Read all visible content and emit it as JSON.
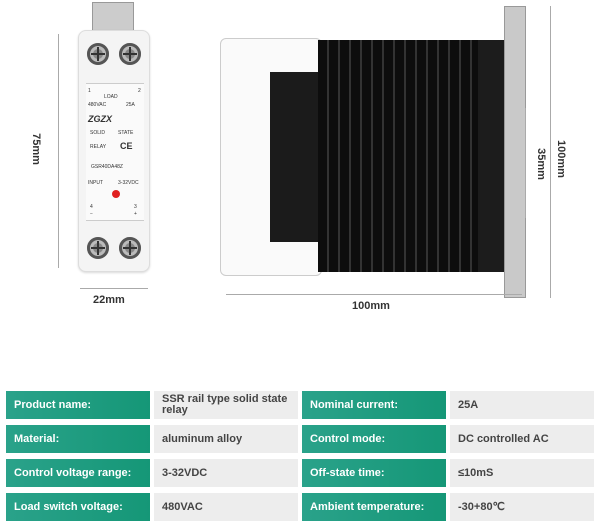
{
  "relay_label": {
    "brand": "ZGZX",
    "terminal_1": "1",
    "terminal_2": "2",
    "load": "LOAD",
    "voltage": "480VAC",
    "current": "25A",
    "solid": "SOLID",
    "state": "STATE",
    "relay": "RELAY",
    "ce": "CE",
    "model": "GSR40DA48Z",
    "input": "INPUT",
    "input_range": "3-32VDC",
    "terminal_4": "4",
    "terminal_3": "3",
    "minus": "−",
    "plus": "+"
  },
  "dimensions": {
    "height_front": "75mm",
    "width_front": "22mm",
    "width_side": "100mm",
    "height_side": "100mm",
    "depth_side": "35mm"
  },
  "specs": [
    {
      "k1": "Product name:",
      "v1": "SSR rail type solid state relay",
      "k2": "Nominal current:",
      "v2": "25A"
    },
    {
      "k1": "Material:",
      "v1": "aluminum alloy",
      "k2": "Control mode:",
      "v2": "DC controlled AC"
    },
    {
      "k1": "Control voltage range:",
      "v1": "3-32VDC",
      "k2": "Off-state time:",
      "v2": "≤10mS"
    },
    {
      "k1": "Load switch voltage:",
      "v1": "480VAC",
      "k2": "Ambient temperature:",
      "v2": "-30+80℃"
    }
  ],
  "colors": {
    "accent": "#159777",
    "value_bg": "#ededed"
  }
}
